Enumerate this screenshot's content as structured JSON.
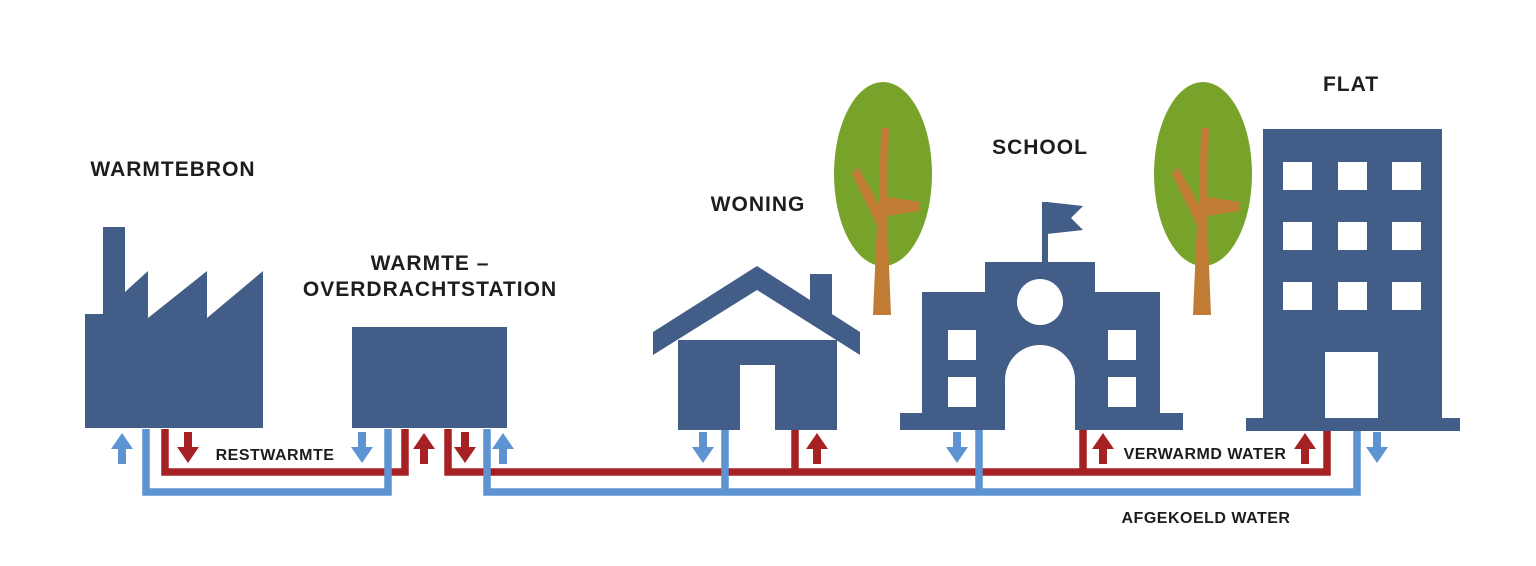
{
  "diagram": {
    "type": "district-heating-network-schematic",
    "language": "nl",
    "nodes": [
      {
        "id": "warmtebron",
        "label": "WARMTEBRON",
        "icon": "factory-icon"
      },
      {
        "id": "overdrachtstation",
        "label_line1": "WARMTE –",
        "label_line2": "OVERDRACHTSTATION",
        "icon": "station-icon"
      },
      {
        "id": "woning",
        "label": "WONING",
        "icon": "house-icon"
      },
      {
        "id": "school",
        "label": "SCHOOL",
        "icon": "school-icon"
      },
      {
        "id": "flat",
        "label": "FLAT",
        "icon": "apartment-icon"
      }
    ],
    "pipe_labels": {
      "restwarmte": "RESTWARMTE",
      "verwarmd_water": "VERWARMD WATER",
      "afgekoeld_water": "AFGEKOELD WATER"
    },
    "pipes": [
      {
        "label": "RESTWARMTE",
        "temperature": "hot",
        "from": "warmtebron",
        "to": "overdrachtstation"
      },
      {
        "label": "VERWARMD WATER",
        "temperature": "hot",
        "from": "overdrachtstation",
        "to": "woning, school, flat"
      },
      {
        "label": "AFGEKOELD WATER",
        "temperature": "cold",
        "from": "woning, school, flat",
        "to": "overdrachtstation"
      }
    ],
    "colors": {
      "building": "#425e88",
      "pipe_hot": "#a52123",
      "pipe_cold": "#5d93d1",
      "tree_foliage": "#77a32b",
      "tree_trunk": "#c07b35",
      "text": "#1d1d1b",
      "background": "#ffffff"
    }
  }
}
